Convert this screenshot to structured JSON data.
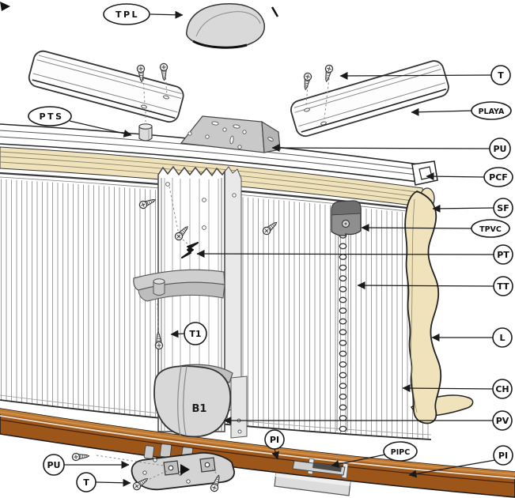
{
  "diagram": {
    "type": "exploded-assembly",
    "subject": "above-ground pool wall assembly",
    "part_labels": [
      "TPL",
      "T",
      "PLAYA",
      "PTS",
      "PU",
      "PCF",
      "SF",
      "TPVC",
      "PT",
      "TT",
      "L",
      "CH",
      "PV",
      "PI",
      "PIPC",
      "PI",
      "PU",
      "T",
      "T1",
      "B1"
    ]
  },
  "labels": {
    "tpl": "TPL",
    "t_top": "T",
    "playa": "PLAYA",
    "pts": "PTS",
    "pu_top": "PU",
    "pcf": "PCF",
    "sf": "SF",
    "tpvc": "TPVC",
    "pt": "PT",
    "tt": "TT",
    "l": "L",
    "ch": "CH",
    "pv": "PV",
    "pi_left": "PI",
    "pipc": "PIPC",
    "pi_right": "PI",
    "pu_bottom": "PU",
    "t_bottom": "T",
    "t1": "T1",
    "b1": "B1"
  },
  "colors": {
    "liner_tan": "#F0E3BC",
    "metal_light": "#D9D9D9",
    "metal_mid": "#C9C9C9",
    "clip_gray": "#8F8F8F",
    "clip_dark": "#6E6E6E",
    "rail_brown": "#9C5619",
    "rail_brown_light": "#C07B35",
    "rail_groove": "#47230B",
    "ink": "#1A1A1A",
    "stripe": "#9E9E9E"
  }
}
